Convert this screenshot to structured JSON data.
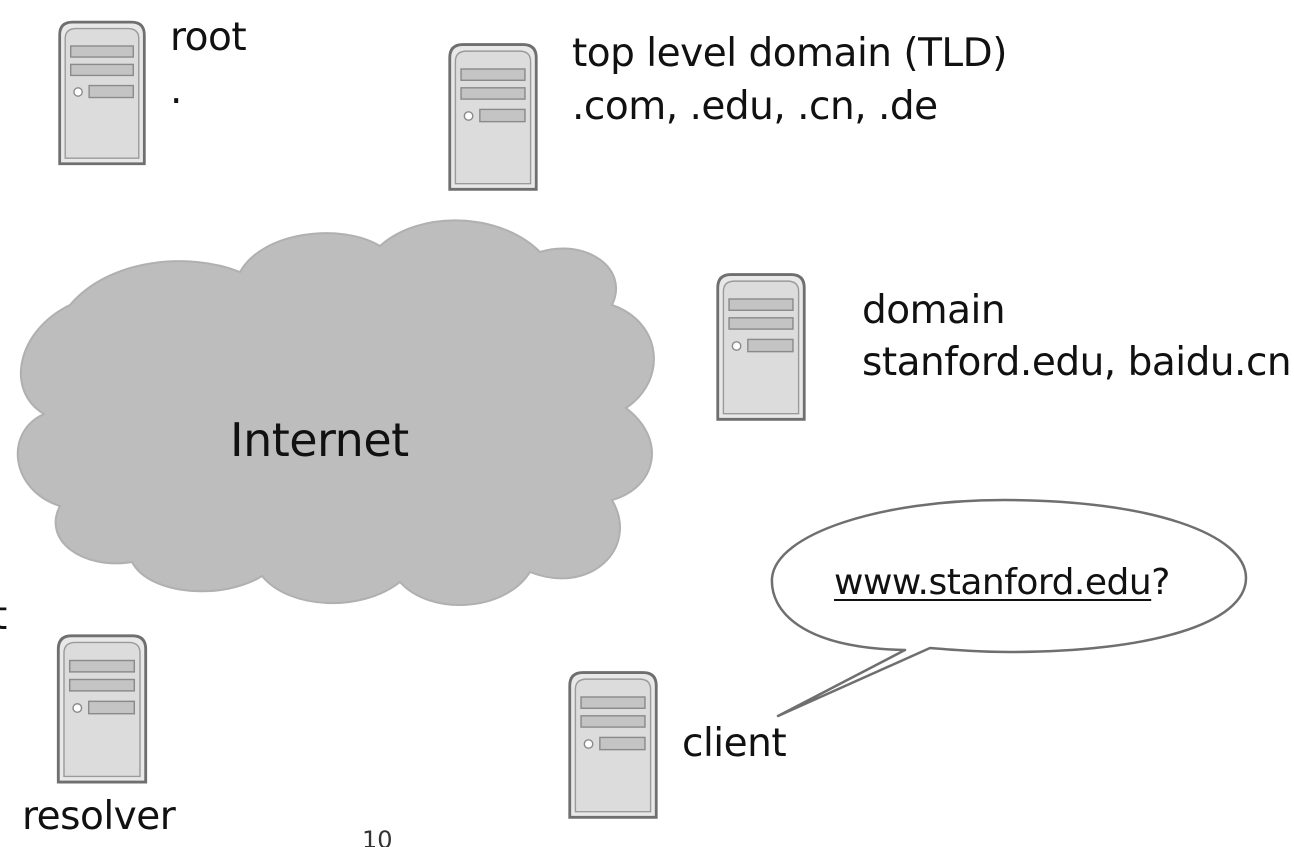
{
  "root": {
    "name": "root",
    "label": "."
  },
  "tld": {
    "name": "top level domain (TLD)",
    "examples": ".com, .edu, .cn, .de"
  },
  "domain": {
    "name": "domain",
    "examples": "stanford.edu, baidu.cn"
  },
  "internet": {
    "label": "Internet"
  },
  "query": {
    "host": "www.stanford.edu",
    "suffix": "?"
  },
  "client": {
    "label": "client"
  },
  "resolver": {
    "label": "resolver"
  },
  "edge_fragment": "t",
  "page_number": "10",
  "colors": {
    "cloud_fill": "#bdbdbd",
    "server_face": "#e6e6e6",
    "server_stroke": "#777777"
  },
  "icons": [
    "server-icon",
    "cloud-shape",
    "speech-bubble"
  ]
}
